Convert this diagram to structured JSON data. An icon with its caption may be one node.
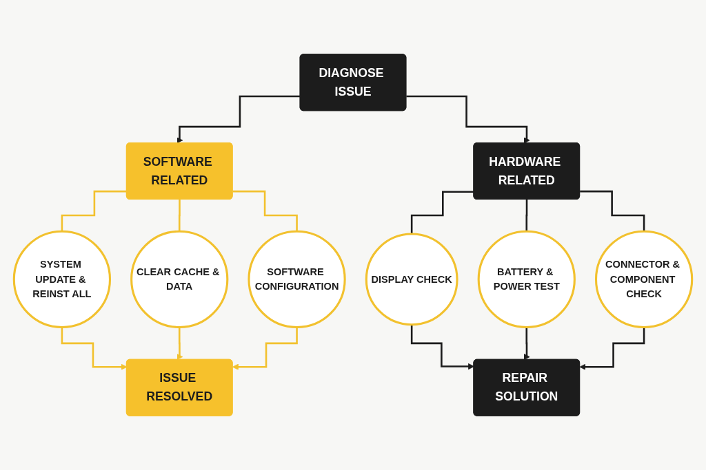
{
  "diagram": {
    "nodes": [
      {
        "text": [
          "DIAGNOSE ISSUE"
        ]
      },
      {
        "text": [
          "SOFTWARE RELATED"
        ]
      },
      {
        "text": [
          "HARDWARE RELATED"
        ]
      },
      {
        "text": [
          "SYSTEM UPDATE & REINST ALL"
        ]
      },
      {
        "text": [
          "CLEAR CACHE & DATA"
        ]
      },
      {
        "text": [
          "SOFTWARE CONFIGURATION"
        ]
      },
      {
        "text": [
          "DISPLAY CHECK"
        ]
      },
      {
        "text": [
          "BATTERY & POWER TEST"
        ]
      },
      {
        "text": [
          "CONNECTOR & COMPONENT CHECK"
        ]
      },
      {
        "text": [
          "ISSUE RESOLVED"
        ]
      },
      {
        "text": [
          "REPAIR SOLUTION"
        ]
      }
    ],
    "edges": [
      {
        "from": 0,
        "to": 1,
        "arrow": "to"
      },
      {
        "from": 0,
        "to": 2,
        "arrow": "to"
      },
      {
        "from": 1,
        "to": 3,
        "arrow": "none",
        "color": "#f2c12e"
      },
      {
        "from": 1,
        "to": 4,
        "arrow": "none",
        "color": "#f2c12e"
      },
      {
        "from": 1,
        "to": 5,
        "arrow": "none",
        "color": "#f2c12e"
      },
      {
        "from": 3,
        "to": 9,
        "arrow": "to",
        "color": "#f2c12e"
      },
      {
        "from": 4,
        "to": 9,
        "arrow": "to",
        "color": "#f2c12e"
      },
      {
        "from": 5,
        "to": 9,
        "arrow": "to",
        "color": "#f2c12e"
      },
      {
        "from": 2,
        "to": 6,
        "arrow": "none"
      },
      {
        "from": 2,
        "to": 7,
        "arrow": "none"
      },
      {
        "from": 2,
        "to": 8,
        "arrow": "none"
      },
      {
        "from": 6,
        "to": 10,
        "arrow": "to"
      },
      {
        "from": 7,
        "to": 10,
        "arrow": "to"
      },
      {
        "from": 8,
        "to": 10,
        "arrow": "to"
      }
    ]
  }
}
